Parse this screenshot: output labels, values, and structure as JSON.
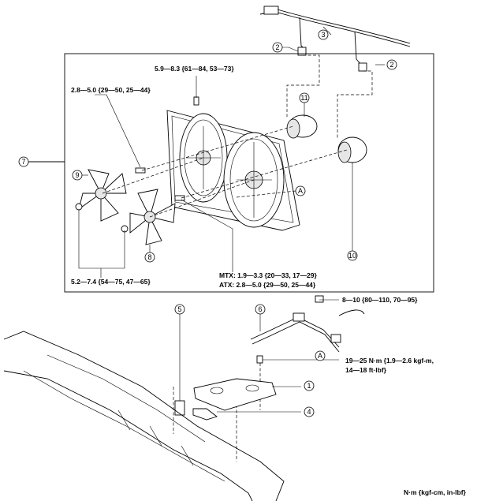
{
  "callouts": [
    "1",
    "2",
    "2",
    "3",
    "4",
    "5",
    "6",
    "7",
    "8",
    "9",
    "10",
    "11",
    "A",
    "A"
  ],
  "torque": {
    "top_bolt": "5.9—8.3 {61—84, 53—73}",
    "fan_left": "2.8—5.0 {29—50, 25—44}",
    "nuts": "5.2—7.4 {54—75, 47—65}",
    "mtx": "MTX: 1.9—3.3 {20—33, 17—29}",
    "atx": "ATX: 2.8—5.0 {29—50, 25—44}",
    "hose_bolt": "8—10 {80—110, 70—95}",
    "bracket_line1": "19—25 N·m  {1.9—2.6 kgf-m,",
    "bracket_line2": "14—18 ft·lbf}"
  },
  "units_note": "N·m {kgf-cm, in-lbf}"
}
